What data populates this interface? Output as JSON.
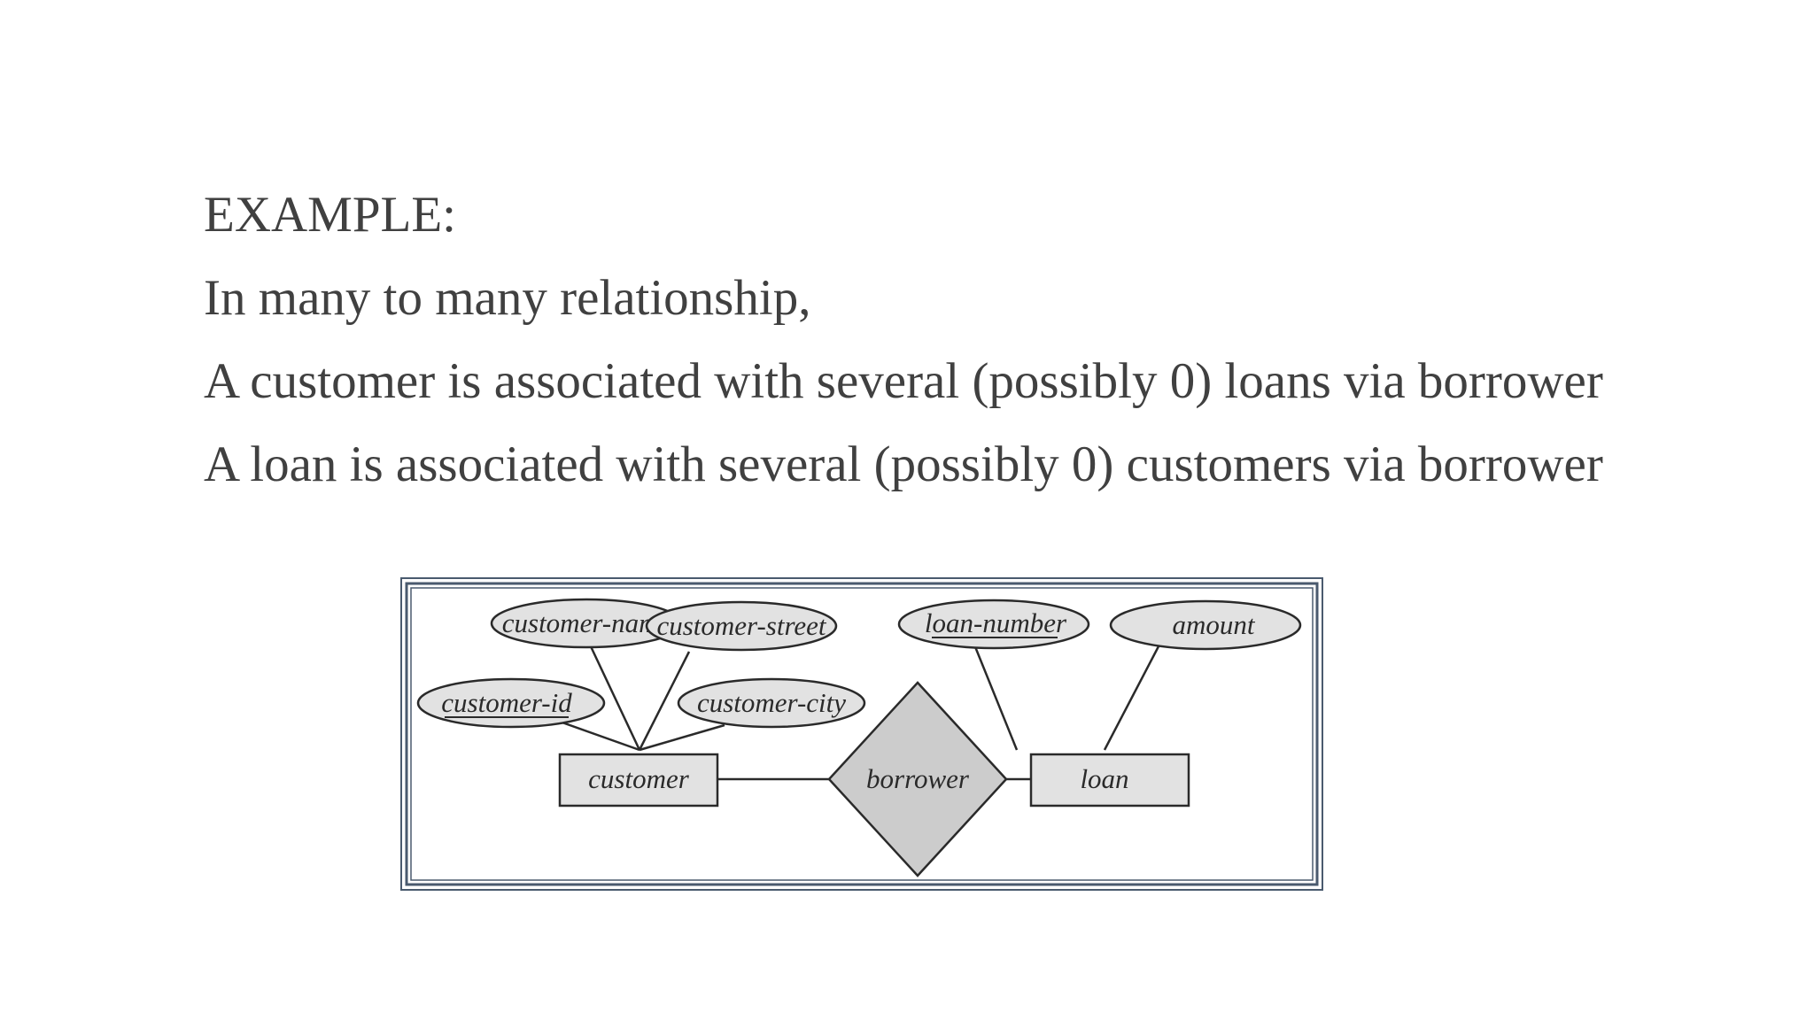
{
  "slide": {
    "heading": "EXAMPLE:",
    "lines": [
      "In many to many relationship,",
      "A customer is associated with several (possibly 0) loans via borrower",
      "A loan is associated with several (possibly 0) customers via borrower"
    ]
  },
  "diagram": {
    "entities": {
      "customer": "customer",
      "loan": "loan"
    },
    "relationship": "borrower",
    "customer_attributes": {
      "customer_name": "customer-name",
      "customer_street": "customer-street",
      "customer_id": "customer-id",
      "customer_city": "customer-city"
    },
    "loan_attributes": {
      "loan_number": "loan-number",
      "amount": "amount"
    },
    "key_attributes": [
      "customer-id",
      "loan-number"
    ],
    "colors": {
      "frame": "#4a5a6e",
      "shape_fill": "#e2e2e2",
      "diamond_fill": "#cccccc",
      "stroke": "#2a2a2a"
    }
  }
}
